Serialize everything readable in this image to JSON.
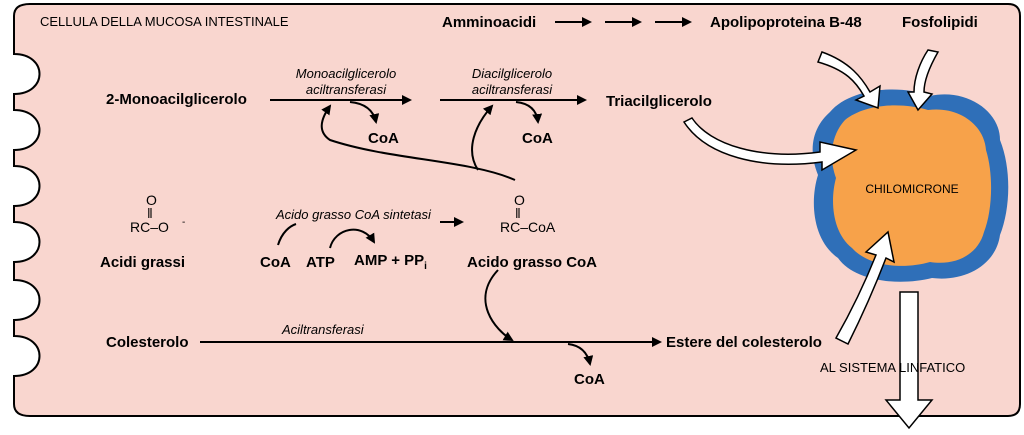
{
  "colors": {
    "cell_fill": "#f9d6cf",
    "chylomicron_core": "#f7a24a",
    "chylomicron_shell": "#2f6fb8",
    "arrow": "#000000"
  },
  "labels": {
    "cell_title": "CELLULA DELLA MUCOSA INTESTINALE",
    "aminoacids": "Amminoacidi",
    "apolipoprotein": "Apolipoproteina B-48",
    "phospholipids": "Fosfolipidi",
    "monoacylglycerol": "2-Monoacilglicerolo",
    "enzyme1_line1": "Monoacilglicerolo",
    "enzyme1_line2": "aciltransferasi",
    "enzyme2_line1": "Diacilglicerolo",
    "enzyme2_line2": "aciltransferasi",
    "triacylglycerol": "Triacilglicerolo",
    "coa1": "CoA",
    "coa2": "CoA",
    "chylomicron": "CHILOMICRONE",
    "fatty_acid_o": "O",
    "fatty_acid_dbl": "‖",
    "fatty_acid_formula": "RC–O",
    "fatty_acid_charge": "-",
    "fatty_acids": "Acidi grassi",
    "synthetase": "Acido grasso CoA sintetasi",
    "coa_in": "CoA",
    "atp": "ATP",
    "amp": "AMP + PP",
    "amp_sub": "i",
    "acyl_coa_o": "O",
    "acyl_coa_dbl": "‖",
    "acyl_coa_formula": "RC–CoA",
    "acyl_coa": "Acido grasso CoA",
    "cholesterol": "Colesterolo",
    "acyltransferase": "Aciltransferasi",
    "cholesterol_ester": "Estere del colesterolo",
    "coa3": "CoA",
    "lymph": "AL SISTEMA LINFATICO"
  }
}
